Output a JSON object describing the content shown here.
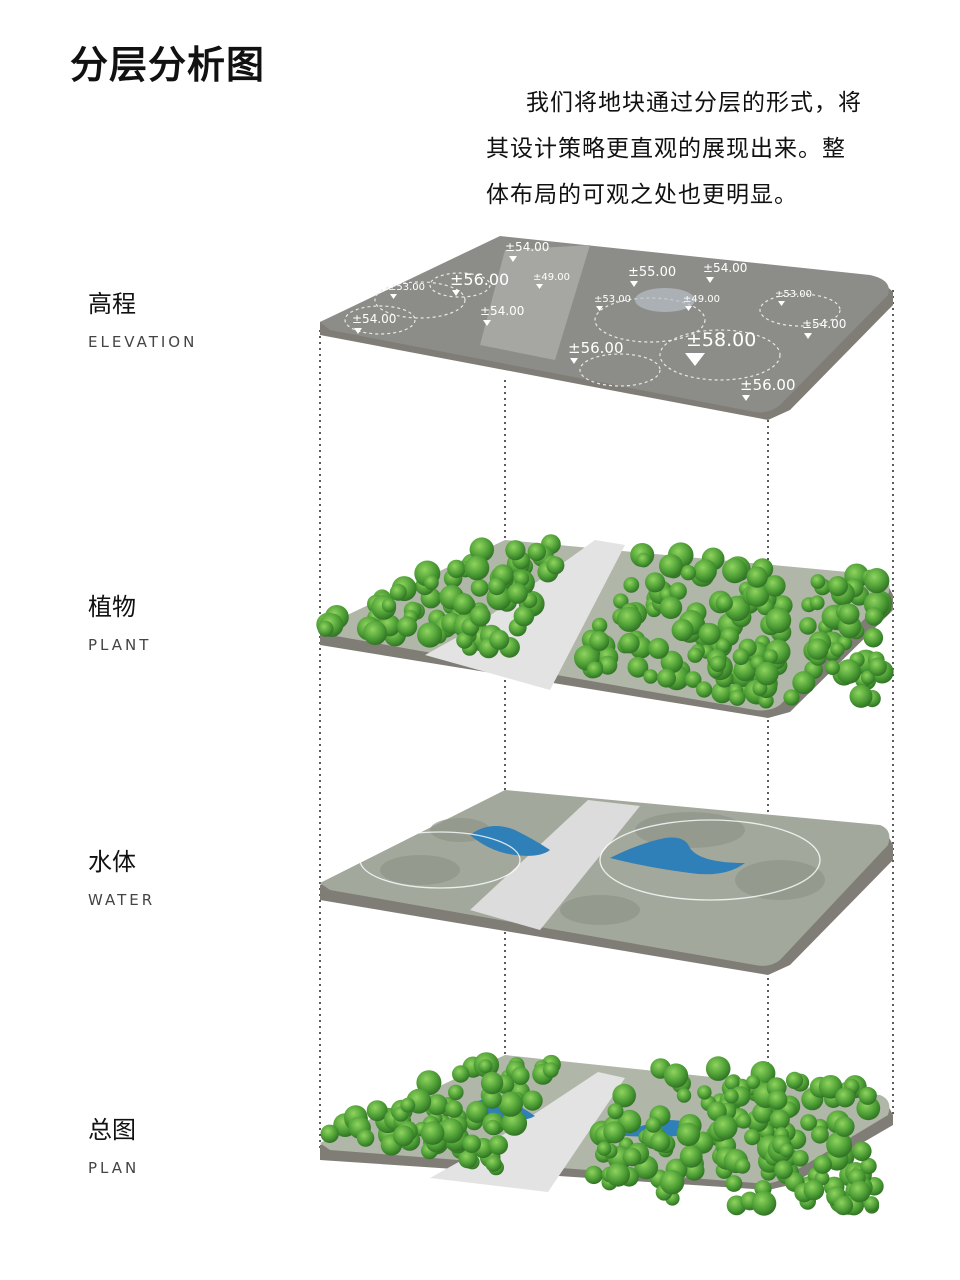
{
  "title": "分层分析图",
  "description": {
    "line1": "我们将地块通过分层的形式，将",
    "line2": "其设计策略更直观的展现出来。整",
    "line3": "体布局的可观之处也更明显。"
  },
  "layers": [
    {
      "zh": "高程",
      "en": "ELEVATION"
    },
    {
      "zh": "植物",
      "en": "PLANT"
    },
    {
      "zh": "水体",
      "en": "WATER"
    },
    {
      "zh": "总图",
      "en": "PLAN"
    }
  ],
  "elevations": [
    "±54.00",
    "±56.00",
    "±53.00",
    "±49.00",
    "±55.00",
    "±54.00",
    "±53.00",
    "±49.00",
    "±53.00",
    "±54.00",
    "±54.00",
    "±56.00",
    "±58.00",
    "±54.00",
    "±56.00"
  ],
  "colors": {
    "tree": "#3f8f2f",
    "tree_light": "#6cbf45",
    "water": "#2f7fb8",
    "ground": "#a7ae9e",
    "base": "#8d8a80",
    "road": "#dcdcdc"
  }
}
